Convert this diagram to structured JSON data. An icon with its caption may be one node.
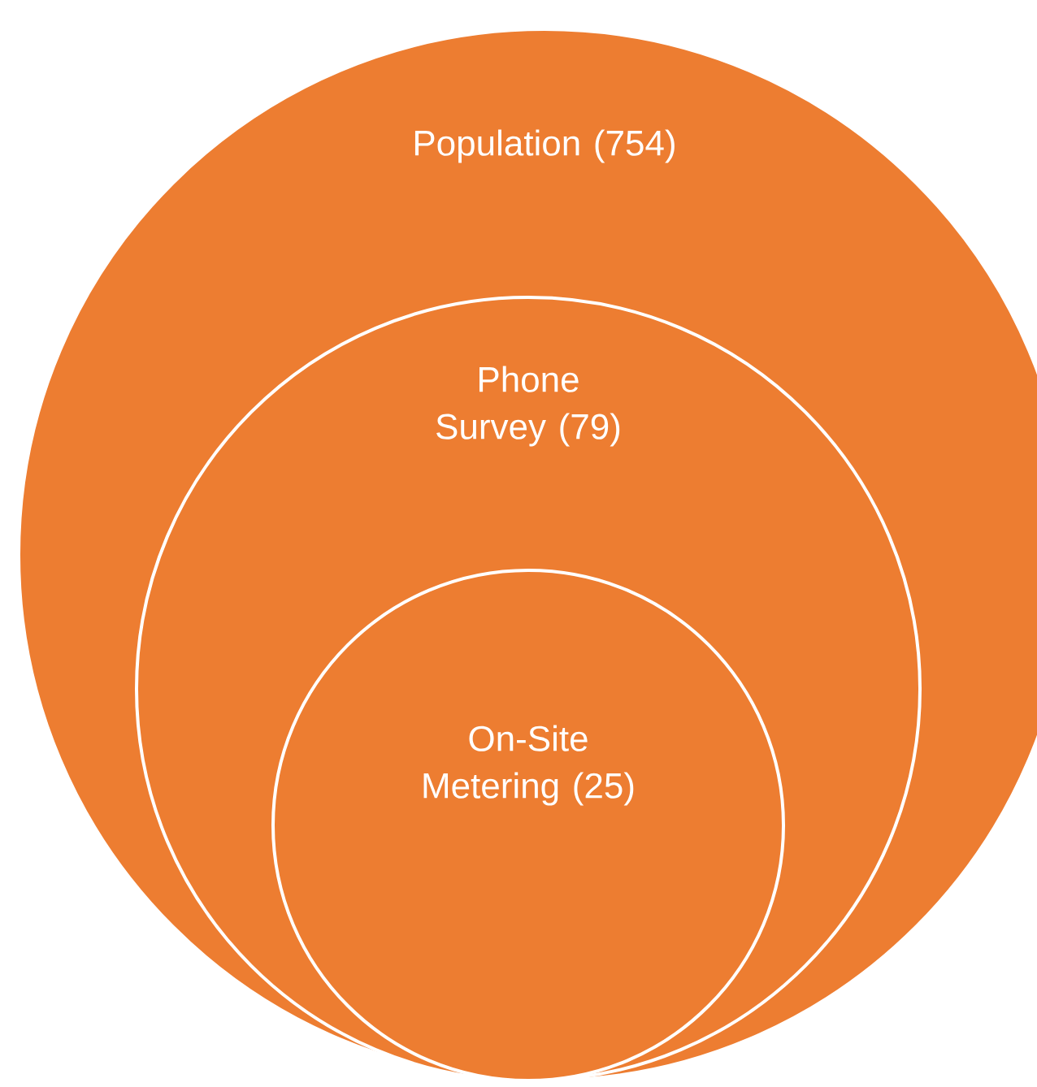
{
  "diagram": {
    "nodes": [
      {
        "text": [
          "Population (754)"
        ]
      },
      {
        "text": [
          "Phone Survey (79)"
        ],
        "in": 0
      },
      {
        "text": [
          "On-Site Metering (25)"
        ],
        "in": 1
      }
    ]
  }
}
